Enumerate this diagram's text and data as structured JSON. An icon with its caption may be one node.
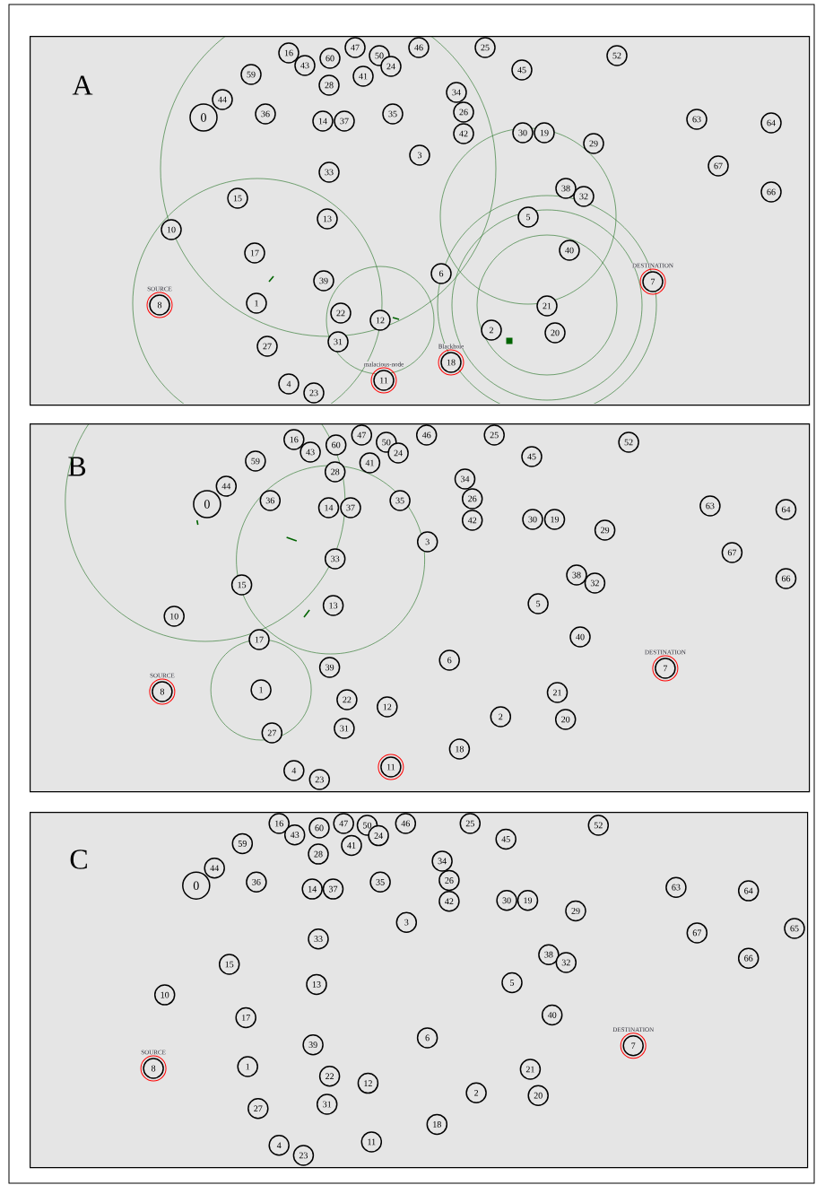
{
  "diagram": {
    "nodes": [
      {
        "text": [
          "A"
        ]
      },
      {
        "text": [
          "47"
        ],
        "in": 0
      },
      {
        "text": [
          "46"
        ],
        "in": 0
      },
      {
        "text": [
          "25"
        ],
        "in": 0
      },
      {
        "text": [
          "16"
        ],
        "in": 0
      },
      {
        "text": [
          "43"
        ],
        "in": 0
      },
      {
        "text": [
          "60"
        ],
        "in": 0
      },
      {
        "text": [
          "50"
        ],
        "in": 0
      },
      {
        "text": [
          "24"
        ],
        "in": 0
      },
      {
        "text": [
          "52"
        ],
        "in": 0
      },
      {
        "text": [
          "45"
        ],
        "in": 0
      },
      {
        "text": [
          "59"
        ],
        "in": 0
      },
      {
        "text": [
          "41"
        ],
        "in": 0
      },
      {
        "text": [
          "28"
        ],
        "in": 0
      },
      {
        "text": [
          "34"
        ],
        "in": 0
      },
      {
        "text": [
          "44"
        ],
        "in": 0
      },
      {
        "text": [
          "0"
        ],
        "in": 0
      },
      {
        "text": [
          "36"
        ],
        "in": 0
      },
      {
        "text": [
          "35"
        ],
        "in": 0
      },
      {
        "text": [
          "14"
        ],
        "in": 0
      },
      {
        "text": [
          "37"
        ],
        "in": 0
      },
      {
        "text": [
          "26"
        ],
        "in": 0
      },
      {
        "text": [
          "42"
        ],
        "in": 0
      },
      {
        "text": [
          "63"
        ],
        "in": 0
      },
      {
        "text": [
          "64"
        ],
        "in": 0
      },
      {
        "text": [
          "30"
        ],
        "in": 0
      },
      {
        "text": [
          "19"
        ],
        "in": 0
      },
      {
        "text": [
          "29"
        ],
        "in": 0
      },
      {
        "text": [
          "3"
        ],
        "in": 0
      },
      {
        "text": [
          "67"
        ],
        "in": 0
      },
      {
        "text": [
          "33"
        ],
        "in": 0
      },
      {
        "text": [
          "38"
        ],
        "in": 0
      },
      {
        "text": [
          "32"
        ],
        "in": 0
      },
      {
        "text": [
          "66"
        ],
        "in": 0
      },
      {
        "text": [
          "15"
        ],
        "in": 0
      },
      {
        "text": [
          "13"
        ],
        "in": 0
      },
      {
        "text": [
          "5"
        ],
        "in": 0
      },
      {
        "text": [
          "10"
        ],
        "in": 0
      },
      {
        "text": [
          "17"
        ],
        "in": 0
      },
      {
        "text": [
          "40"
        ],
        "in": 0
      },
      {
        "text": [
          "6"
        ],
        "in": 0
      },
      {
        "text": [
          "39"
        ],
        "in": 0
      },
      {
        "text": [
          "7"
        ],
        "in": 0,
        "beside": [
          "DESTINATION"
        ]
      },
      {
        "text": [
          "8"
        ],
        "in": 0,
        "beside": [
          "SOURCE"
        ]
      },
      {
        "text": [
          "1"
        ],
        "in": 0
      },
      {
        "text": [
          "21"
        ],
        "in": 0
      },
      {
        "text": [
          "22"
        ],
        "in": 0
      },
      {
        "text": [
          "12"
        ],
        "in": 0
      },
      {
        "text": [
          "2"
        ],
        "in": 0
      },
      {
        "text": [
          "20"
        ],
        "in": 0
      },
      {
        "text": [
          "31"
        ],
        "in": 0
      },
      {
        "text": [
          "27"
        ],
        "in": 0
      },
      {
        "text": [
          "18"
        ],
        "in": 0,
        "beside": [
          "Blackhole"
        ]
      },
      {
        "text": [
          "11"
        ],
        "in": 0,
        "beside": [
          "malacious-node"
        ]
      },
      {
        "text": [
          "4"
        ],
        "in": 0
      },
      {
        "text": [
          "23"
        ],
        "in": 0
      },
      {
        "text": [
          "B"
        ]
      },
      {
        "text": [
          "47"
        ],
        "in": 56
      },
      {
        "text": [
          "46"
        ],
        "in": 56
      },
      {
        "text": [
          "25"
        ],
        "in": 56
      },
      {
        "text": [
          "16"
        ],
        "in": 56
      },
      {
        "text": [
          "43"
        ],
        "in": 56
      },
      {
        "text": [
          "60"
        ],
        "in": 56
      },
      {
        "text": [
          "50"
        ],
        "in": 56
      },
      {
        "text": [
          "24"
        ],
        "in": 56
      },
      {
        "text": [
          "52"
        ],
        "in": 56
      },
      {
        "text": [
          "45"
        ],
        "in": 56
      },
      {
        "text": [
          "59"
        ],
        "in": 56
      },
      {
        "text": [
          "41"
        ],
        "in": 56
      },
      {
        "text": [
          "28"
        ],
        "in": 56
      },
      {
        "text": [
          "34"
        ],
        "in": 56
      },
      {
        "text": [
          "44"
        ],
        "in": 56
      },
      {
        "text": [
          "0"
        ],
        "in": 56
      },
      {
        "text": [
          "36"
        ],
        "in": 56
      },
      {
        "text": [
          "35"
        ],
        "in": 56
      },
      {
        "text": [
          "14"
        ],
        "in": 56
      },
      {
        "text": [
          "37"
        ],
        "in": 56
      },
      {
        "text": [
          "26"
        ],
        "in": 56
      },
      {
        "text": [
          "42"
        ],
        "in": 56
      },
      {
        "text": [
          "63"
        ],
        "in": 56
      },
      {
        "text": [
          "64"
        ],
        "in": 56
      },
      {
        "text": [
          "30"
        ],
        "in": 56
      },
      {
        "text": [
          "19"
        ],
        "in": 56
      },
      {
        "text": [
          "29"
        ],
        "in": 56
      },
      {
        "text": [
          "3"
        ],
        "in": 56
      },
      {
        "text": [
          "67"
        ],
        "in": 56
      },
      {
        "text": [
          "33"
        ],
        "in": 56
      },
      {
        "text": [
          "38"
        ],
        "in": 56
      },
      {
        "text": [
          "32"
        ],
        "in": 56
      },
      {
        "text": [
          "66"
        ],
        "in": 56
      },
      {
        "text": [
          "15"
        ],
        "in": 56
      },
      {
        "text": [
          "13"
        ],
        "in": 56
      },
      {
        "text": [
          "5"
        ],
        "in": 56
      },
      {
        "text": [
          "10"
        ],
        "in": 56
      },
      {
        "text": [
          "17"
        ],
        "in": 56
      },
      {
        "text": [
          "40"
        ],
        "in": 56
      },
      {
        "text": [
          "6"
        ],
        "in": 56
      },
      {
        "text": [
          "39"
        ],
        "in": 56
      },
      {
        "text": [
          "7"
        ],
        "in": 56,
        "beside": [
          "DESTINATION"
        ]
      },
      {
        "text": [
          "8"
        ],
        "in": 56,
        "beside": [
          "SOURCE"
        ]
      },
      {
        "text": [
          "1"
        ],
        "in": 56
      },
      {
        "text": [
          "21"
        ],
        "in": 56
      },
      {
        "text": [
          "22"
        ],
        "in": 56
      },
      {
        "text": [
          "12"
        ],
        "in": 56
      },
      {
        "text": [
          "2"
        ],
        "in": 56
      },
      {
        "text": [
          "20"
        ],
        "in": 56
      },
      {
        "text": [
          "31"
        ],
        "in": 56
      },
      {
        "text": [
          "27"
        ],
        "in": 56
      },
      {
        "text": [
          "18"
        ],
        "in": 56
      },
      {
        "text": [
          "11"
        ],
        "in": 56
      },
      {
        "text": [
          "4"
        ],
        "in": 56
      },
      {
        "text": [
          "23"
        ],
        "in": 56
      },
      {
        "text": [
          "C"
        ]
      },
      {
        "text": [
          "47"
        ],
        "in": 112
      },
      {
        "text": [
          "46"
        ],
        "in": 112
      },
      {
        "text": [
          "25"
        ],
        "in": 112
      },
      {
        "text": [
          "16"
        ],
        "in": 112
      },
      {
        "text": [
          "43"
        ],
        "in": 112
      },
      {
        "text": [
          "60"
        ],
        "in": 112
      },
      {
        "text": [
          "50"
        ],
        "in": 112
      },
      {
        "text": [
          "24"
        ],
        "in": 112
      },
      {
        "text": [
          "52"
        ],
        "in": 112
      },
      {
        "text": [
          "45"
        ],
        "in": 112
      },
      {
        "text": [
          "59"
        ],
        "in": 112
      },
      {
        "text": [
          "41"
        ],
        "in": 112
      },
      {
        "text": [
          "28"
        ],
        "in": 112
      },
      {
        "text": [
          "34"
        ],
        "in": 112
      },
      {
        "text": [
          "44"
        ],
        "in": 112
      },
      {
        "text": [
          "0"
        ],
        "in": 112
      },
      {
        "text": [
          "36"
        ],
        "in": 112
      },
      {
        "text": [
          "35"
        ],
        "in": 112
      },
      {
        "text": [
          "14"
        ],
        "in": 112
      },
      {
        "text": [
          "37"
        ],
        "in": 112
      },
      {
        "text": [
          "26"
        ],
        "in": 112
      },
      {
        "text": [
          "42"
        ],
        "in": 112
      },
      {
        "text": [
          "63"
        ],
        "in": 112
      },
      {
        "text": [
          "64"
        ],
        "in": 112
      },
      {
        "text": [
          "30"
        ],
        "in": 112
      },
      {
        "text": [
          "19"
        ],
        "in": 112
      },
      {
        "text": [
          "29"
        ],
        "in": 112
      },
      {
        "text": [
          "3"
        ],
        "in": 112
      },
      {
        "text": [
          "67"
        ],
        "in": 112
      },
      {
        "text": [
          "33"
        ],
        "in": 112
      },
      {
        "text": [
          "38"
        ],
        "in": 112
      },
      {
        "text": [
          "32"
        ],
        "in": 112
      },
      {
        "text": [
          "66"
        ],
        "in": 112
      },
      {
        "text": [
          "15"
        ],
        "in": 112
      },
      {
        "text": [
          "13"
        ],
        "in": 112
      },
      {
        "text": [
          "5"
        ],
        "in": 112
      },
      {
        "text": [
          "10"
        ],
        "in": 112
      },
      {
        "text": [
          "17"
        ],
        "in": 112
      },
      {
        "text": [
          "40"
        ],
        "in": 112
      },
      {
        "text": [
          "6"
        ],
        "in": 112
      },
      {
        "text": [
          "39"
        ],
        "in": 112
      },
      {
        "text": [
          "7"
        ],
        "in": 112,
        "beside": [
          "DESTINATION"
        ]
      },
      {
        "text": [
          "8"
        ],
        "in": 112,
        "beside": [
          "SOURCE"
        ]
      },
      {
        "text": [
          "1"
        ],
        "in": 112
      },
      {
        "text": [
          "21"
        ],
        "in": 112
      },
      {
        "text": [
          "22"
        ],
        "in": 112
      },
      {
        "text": [
          "12"
        ],
        "in": 112
      },
      {
        "text": [
          "2"
        ],
        "in": 112
      },
      {
        "text": [
          "20"
        ],
        "in": 112
      },
      {
        "text": [
          "31"
        ],
        "in": 112
      },
      {
        "text": [
          "27"
        ],
        "in": 112
      },
      {
        "text": [
          "18"
        ],
        "in": 112
      },
      {
        "text": [
          "11"
        ],
        "in": 112
      },
      {
        "text": [
          "4"
        ],
        "in": 112
      },
      {
        "text": [
          "23"
        ],
        "in": 112
      },
      {
        "text": [
          "65"
        ],
        "in": 112
      }
    ]
  }
}
